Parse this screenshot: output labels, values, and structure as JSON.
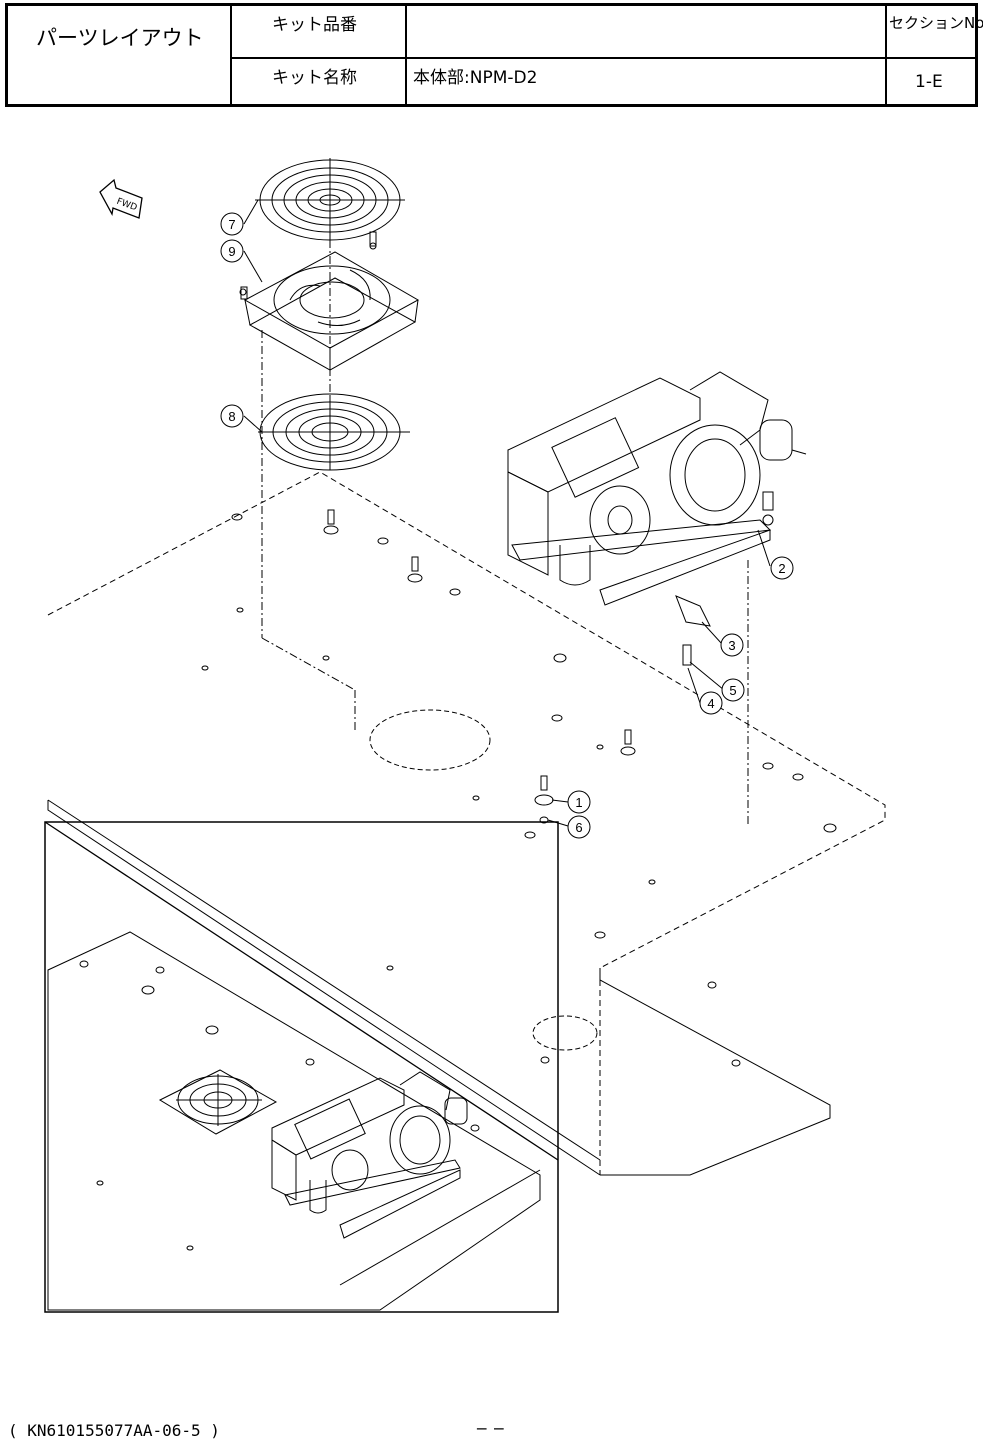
{
  "header": {
    "title": "パーツレイアウト",
    "kit_number_label": "キット品番",
    "kit_number_value": "",
    "kit_name_label": "キット名称",
    "kit_name_value": "本体部:NPM-D2",
    "section_label": "セクションNo.",
    "section_value": "1-E"
  },
  "drawing": {
    "direction_arrow_label": "FWD",
    "callouts": [
      "1",
      "2",
      "3",
      "4",
      "5",
      "6",
      "7",
      "8",
      "9"
    ]
  },
  "footer": {
    "document_code": "( KN610155077AA-06-5 )",
    "page_marker": "‒      ‒"
  }
}
